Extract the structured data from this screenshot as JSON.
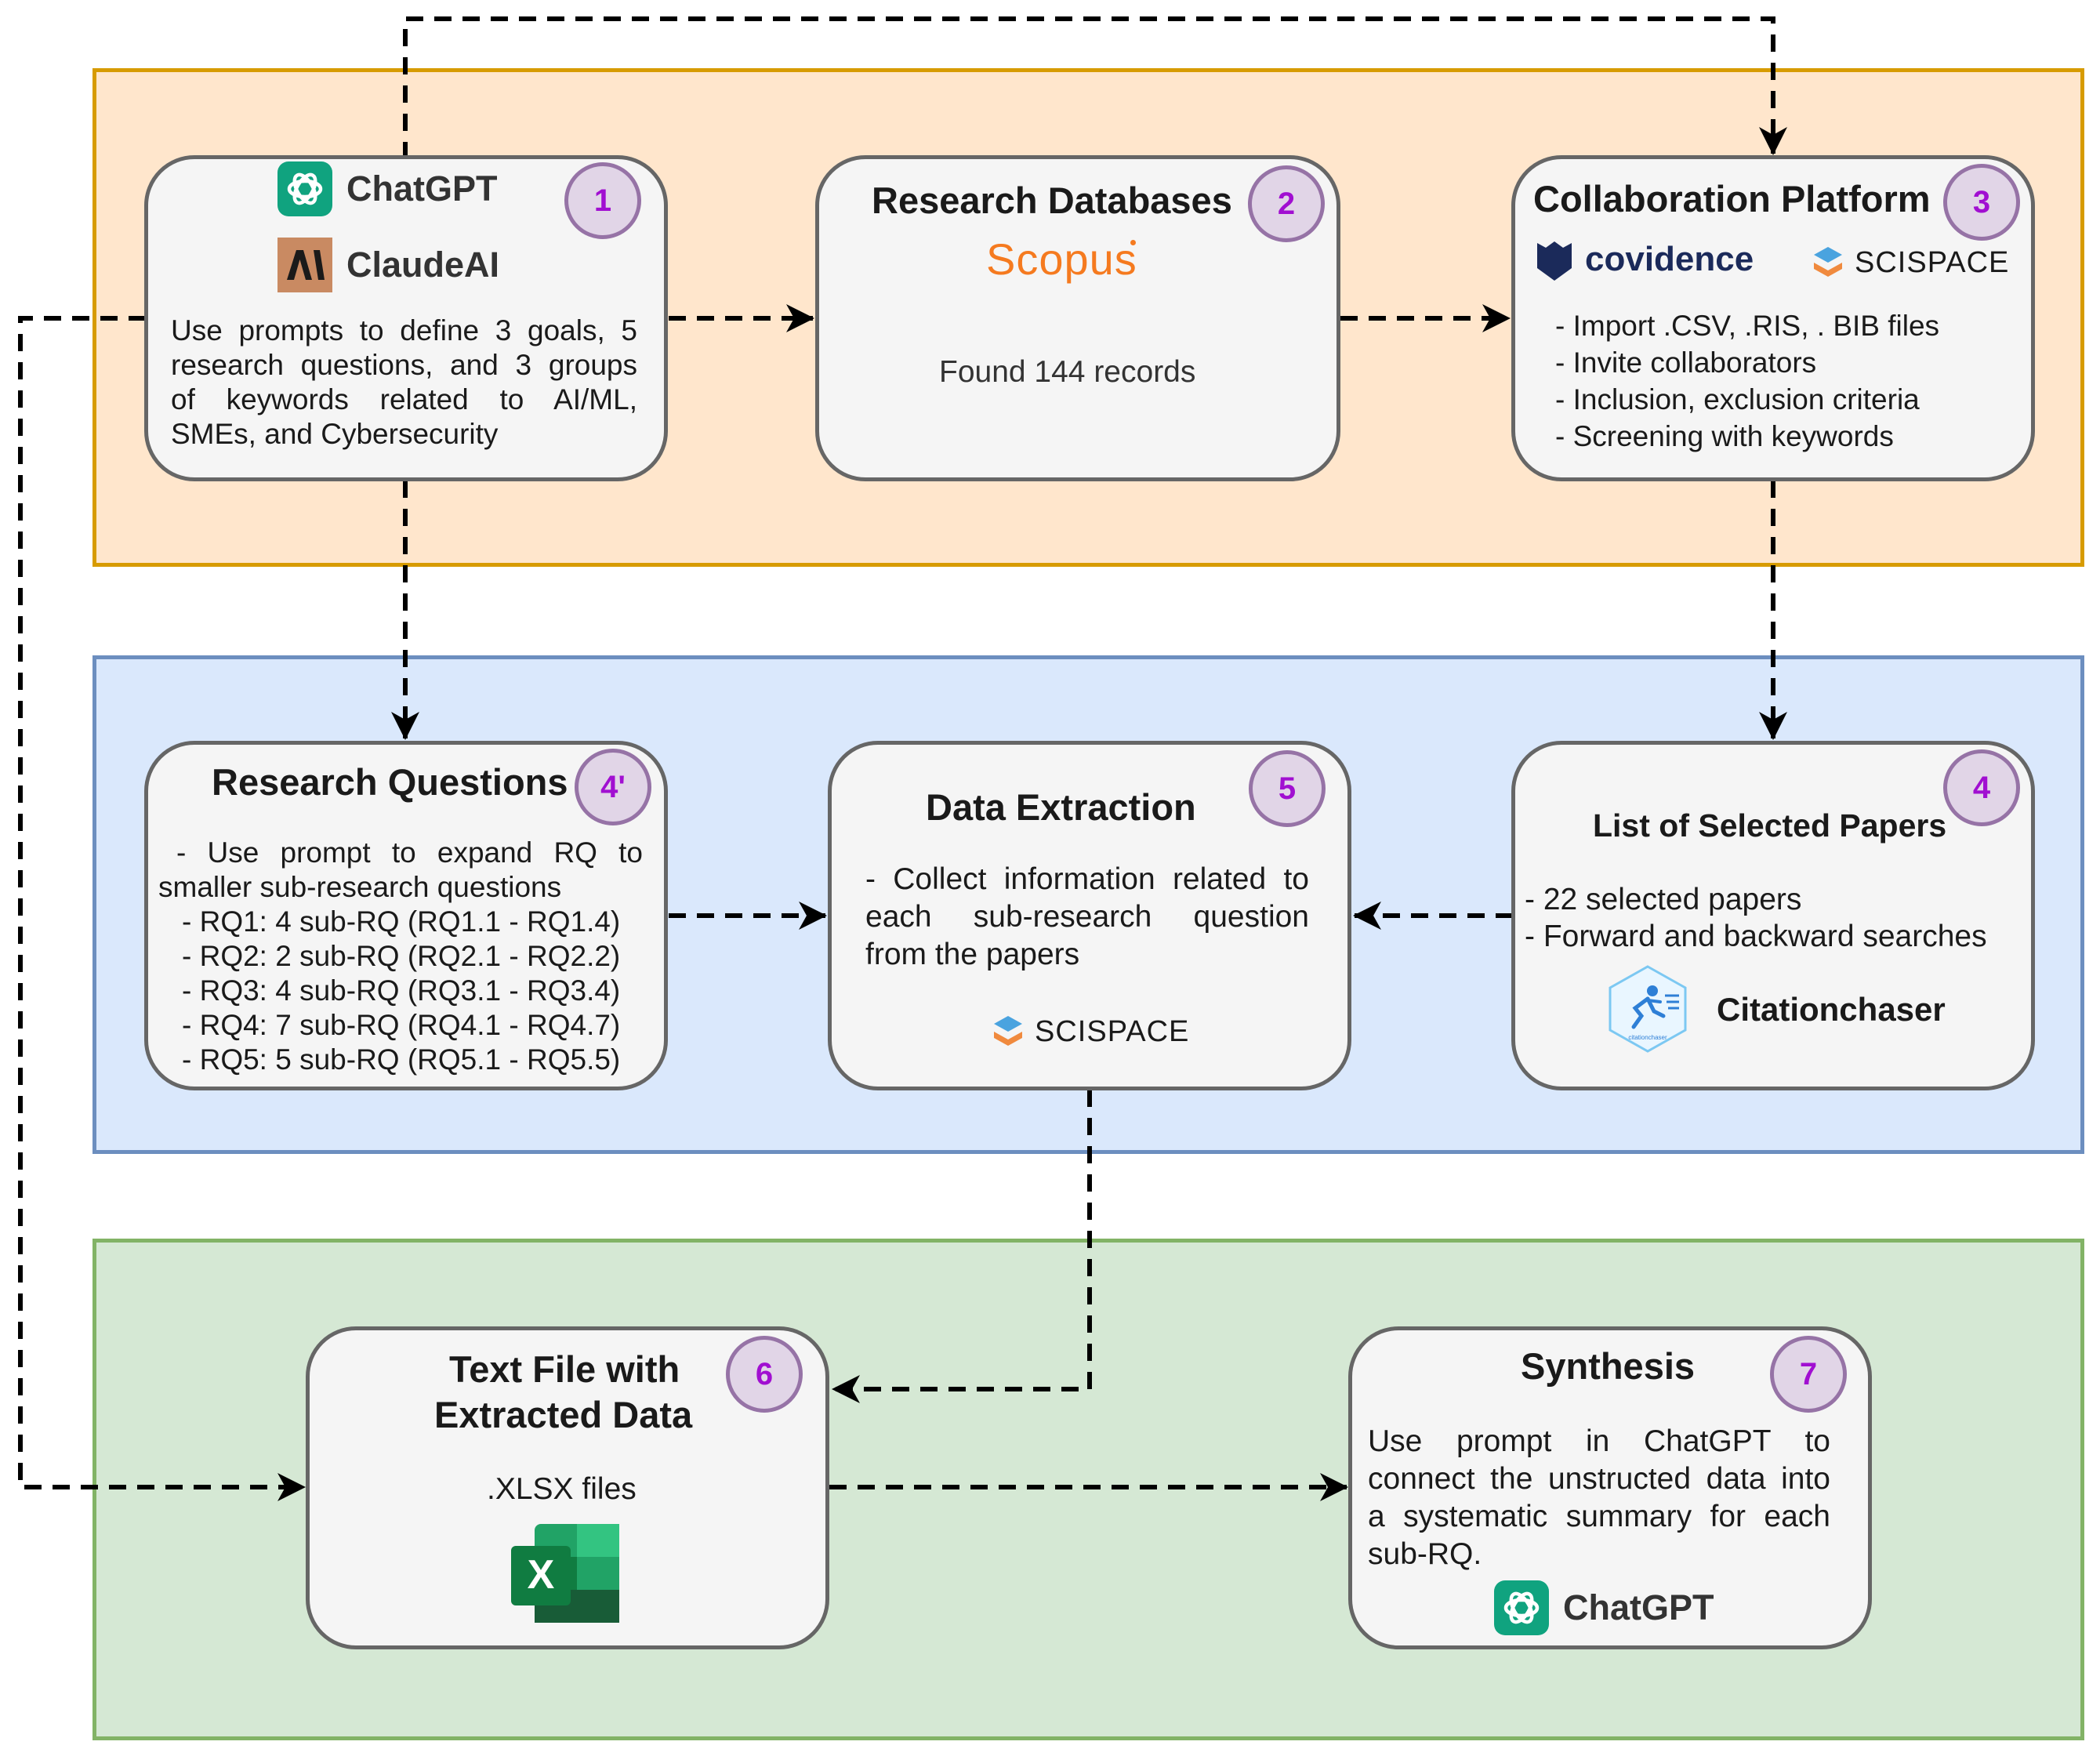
{
  "colors": {
    "band_top_fill": "#ffe6cc",
    "band_top_border": "#d79b00",
    "band_mid_fill": "#dae8fc",
    "band_mid_border": "#6c8ebf",
    "band_bot_fill": "#d5e8d4",
    "band_bot_border": "#82b366",
    "badge_fill": "#e1d5e7",
    "badge_border": "#9673a6",
    "badge_text": "#a10fd1",
    "scopus": "#f57a1f",
    "covidence": "#1b2a5a",
    "chatgpt": "#10a37f",
    "claude": "#c98a62",
    "excel": "#1d6f42"
  },
  "nodes": {
    "n1": {
      "badge": "1",
      "logos": [
        "ChatGPT",
        "ClaudeAI"
      ],
      "icons": [
        "chatgpt-icon",
        "claude-icon"
      ],
      "lines": [
        "Use prompts to define 3 goals, 5",
        "research questions, and 3 groups",
        "of keywords related to AI/ML,",
        "SMEs, and Cybersecurity"
      ]
    },
    "n2": {
      "badge": "2",
      "title": "Research Databases",
      "logo": "Scopus",
      "text": "Found 144 records"
    },
    "n3": {
      "badge": "3",
      "title": "Collaboration Platform",
      "logos": [
        "covidence",
        "SCISPACE"
      ],
      "lines": [
        "- Import .CSV, .RIS, . BIB files",
        "- Invite collaborators",
        "- Inclusion, exclusion criteria",
        "- Screening with keywords"
      ]
    },
    "n4p": {
      "badge": "4'",
      "title": "Research Questions",
      "lines": [
        "- Use prompt to expand RQ to",
        "smaller sub-research questions",
        "- RQ1: 4 sub-RQ (RQ1.1 - RQ1.4)",
        "- RQ2: 2 sub-RQ (RQ2.1 - RQ2.2)",
        "- RQ3: 4 sub-RQ (RQ3.1 - RQ3.4)",
        "- RQ4: 7 sub-RQ (RQ4.1 - RQ4.7)",
        "- RQ5: 5 sub-RQ (RQ5.1 - RQ5.5)"
      ]
    },
    "n5": {
      "badge": "5",
      "title": "Data Extraction",
      "lines": [
        "- Collect information related to",
        "each sub-research question",
        "from the papers"
      ],
      "logo": "SCISPACE"
    },
    "n4": {
      "badge": "4",
      "title": "List of Selected Papers",
      "lines": [
        "- 22 selected papers",
        "- Forward and backward searches"
      ],
      "logo": "Citationchaser",
      "logo_small": "citationchaser"
    },
    "n6": {
      "badge": "6",
      "title_lines": [
        "Text File with",
        "Extracted Data"
      ],
      "text": ".XLSX files",
      "icon": "excel-icon",
      "icon_letter": "X"
    },
    "n7": {
      "badge": "7",
      "title": "Synthesis",
      "lines": [
        "Use prompt in ChatGPT to",
        "connect the unstructed data into",
        "a systematic summary for each",
        "sub-RQ."
      ],
      "logo": "ChatGPT"
    }
  }
}
